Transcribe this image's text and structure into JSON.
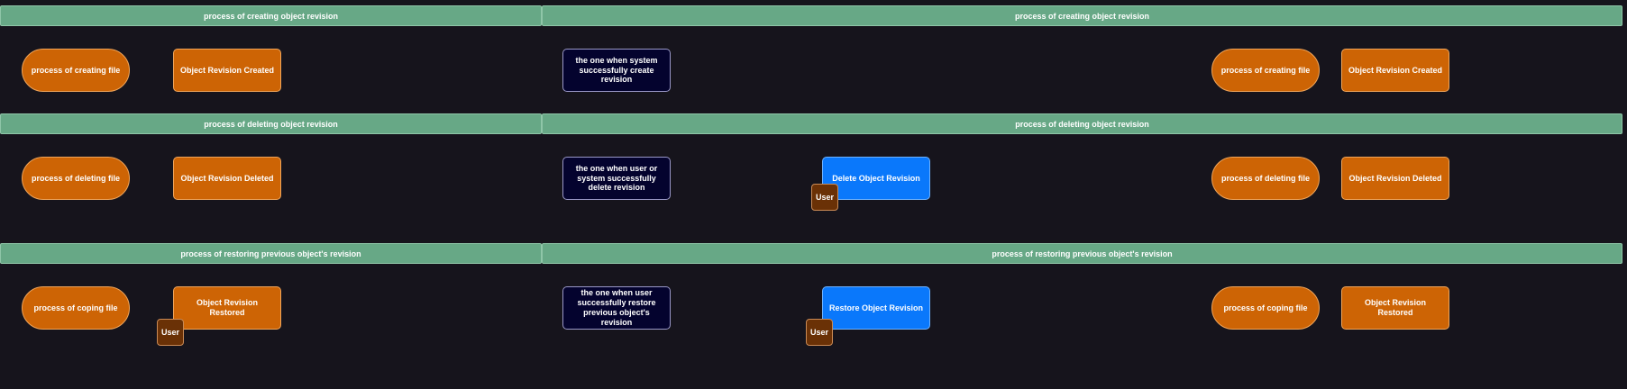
{
  "diagram": {
    "rows": [
      {
        "lane_left_title": "process of creating object revision",
        "lane_right_title": "process of creating object revision",
        "left_process": "process of creating file",
        "left_event": "Object Revision Created",
        "right_description": "the one when system successfully create revision",
        "right_process": "process of creating file",
        "right_event": "Object Revision Created"
      },
      {
        "lane_left_title": "process of deleting object revision",
        "lane_right_title": "process of deleting object revision",
        "left_process": "process of deleting file",
        "left_event": "Object Revision Deleted",
        "right_description": "the one when user or system successfully delete revision",
        "right_command": "Delete Object Revision",
        "right_actor": "User",
        "right_process": "process of deleting file",
        "right_event": "Object Revision Deleted"
      },
      {
        "lane_left_title": "process of restoring previous object's revision",
        "lane_right_title": "process of restoring previous object's revision",
        "left_process": "process of coping file",
        "left_event": "Object Revision Restored",
        "left_actor": "User",
        "right_description": "the one when user successfully restore previous object's revision",
        "right_command": "Restore Object Revision",
        "right_actor": "User",
        "right_process": "process of coping file",
        "right_event": "Object Revision Restored"
      }
    ]
  }
}
